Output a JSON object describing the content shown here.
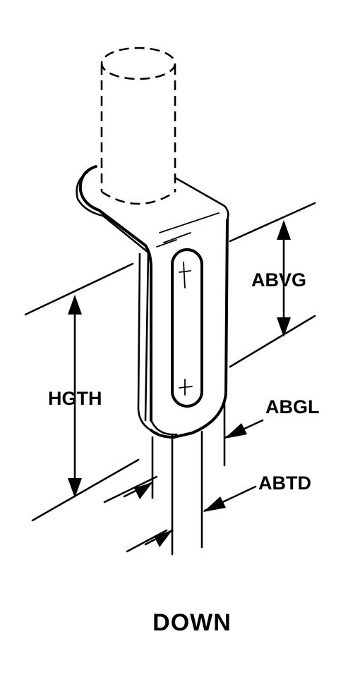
{
  "labels": {
    "abvg": "ABVG",
    "hgth": "HGTH",
    "abgl": "ABGL",
    "abtd": "ABTD"
  },
  "caption": "DOWN"
}
